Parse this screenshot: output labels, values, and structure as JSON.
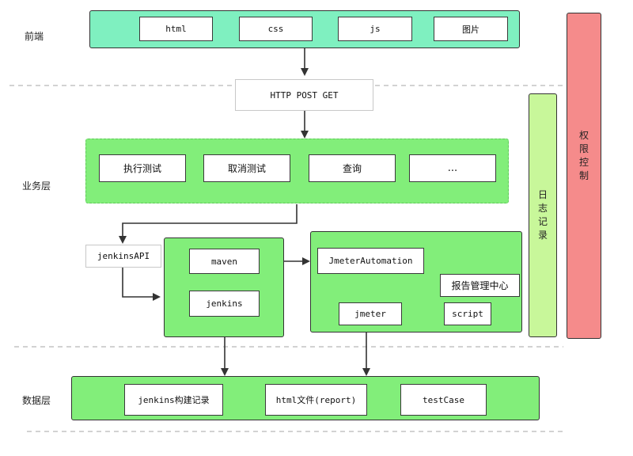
{
  "layers": {
    "frontend": "前端",
    "business": "业务层",
    "data": "数据层"
  },
  "frontend": {
    "items": [
      "html",
      "css",
      "js",
      "图片"
    ]
  },
  "http": {
    "label": "HTTP POST GET"
  },
  "business": {
    "items": [
      "执行测试",
      "取消测试",
      "查询",
      "..."
    ]
  },
  "jenkins_api": {
    "label": "jenkinsAPI"
  },
  "build": {
    "maven": "maven",
    "jenkins": "jenkins"
  },
  "jmeter": {
    "automation": "JmeterAutomation",
    "report_center": "报告管理中心",
    "jmeter": "jmeter",
    "script": "script"
  },
  "data_layer": {
    "items": [
      "jenkins构建记录",
      "html文件(report)",
      "testCase"
    ]
  },
  "side": {
    "log": [
      "日",
      "志",
      "记",
      "录"
    ],
    "permission": [
      "权",
      "限",
      "控",
      "制"
    ]
  },
  "colors": {
    "mint": "#7ff0c0",
    "green": "#82ee7a",
    "light_green": "#c8f79a",
    "pink": "#f58b8b",
    "dash": "#b8b8b8"
  }
}
